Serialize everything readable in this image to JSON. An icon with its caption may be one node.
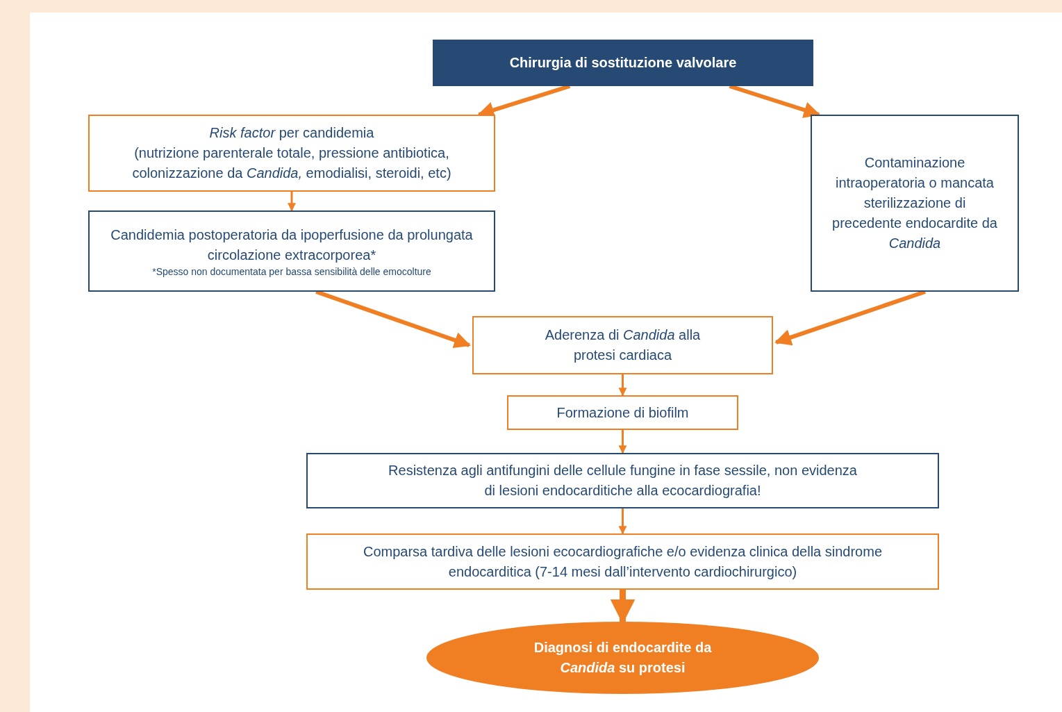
{
  "diagram": {
    "nodes": [
      {
        "text": [
          "Chirurgia di sostituzione valvolare"
        ]
      },
      {
        "text": [
          "*Risk factor* per candidemia",
          "(nutrizione parenterale totale, pressione antibiotica, colonizzazione da *Candida,* emodialisi, steroidi, etc)"
        ]
      },
      {
        "text": [
          "Candidemia postoperatoria da ipoperfusione da prolungata circolazione extracorporea*",
          "*Spesso non documentata per bassa sensibilità  delle emocolture"
        ]
      },
      {
        "text": [
          "Contaminazione intraoperatoria o mancata sterilizzazione di precedente endocardite da *Candida*"
        ]
      },
      {
        "text": [
          "Aderenza di *Candida* alla protesi cardiaca"
        ]
      },
      {
        "text": [
          "Formazione di biofilm"
        ]
      },
      {
        "text": [
          "Resistenza agli antifungini delle cellule fungine in fase sessile, non evidenza di lesioni endocarditiche alla ecocardiografia!"
        ]
      },
      {
        "text": [
          "Comparsa tardiva delle lesioni ecocardiografiche e/o evidenza clinica della sindrome endocarditica (7-14 mesi dall’intervento cardiochirurgico)"
        ]
      },
      {
        "text": [
          "Diagnosi di endocardite da *Candida* su protesi"
        ]
      }
    ],
    "edges": [
      {
        "from": 0,
        "to": 1,
        "arrow": "to"
      },
      {
        "from": 0,
        "to": 3,
        "arrow": "to"
      },
      {
        "from": 1,
        "to": 2,
        "arrow": "to"
      },
      {
        "from": 2,
        "to": 4,
        "arrow": "to"
      },
      {
        "from": 3,
        "to": 4,
        "arrow": "to"
      },
      {
        "from": 4,
        "to": 5,
        "arrow": "to"
      },
      {
        "from": 5,
        "to": 6,
        "arrow": "to"
      },
      {
        "from": 6,
        "to": 7,
        "arrow": "to"
      },
      {
        "from": 7,
        "to": 8,
        "arrow": "to"
      }
    ]
  }
}
